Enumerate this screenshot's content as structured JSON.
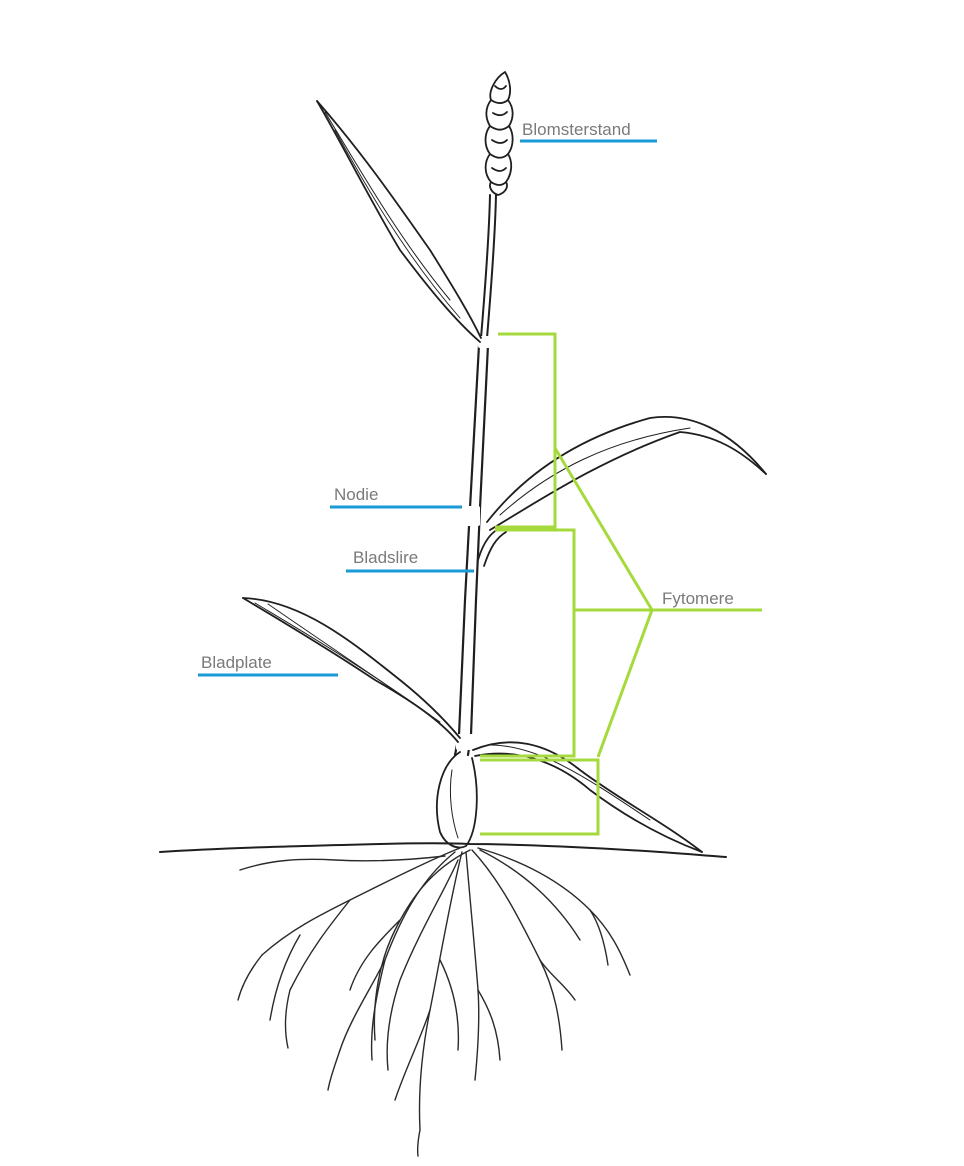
{
  "labels": {
    "inflorescence": "Blomsterstand",
    "node": "Nodie",
    "leaf_sheath": "Bladslire",
    "leaf_blade": "Bladplate",
    "phytomer": "Fytomere"
  },
  "colors": {
    "label_text": "#7a7a7a",
    "underline": "#1a9ad6",
    "bracket": "#a6d93b",
    "ink": "#1f1f1f"
  }
}
